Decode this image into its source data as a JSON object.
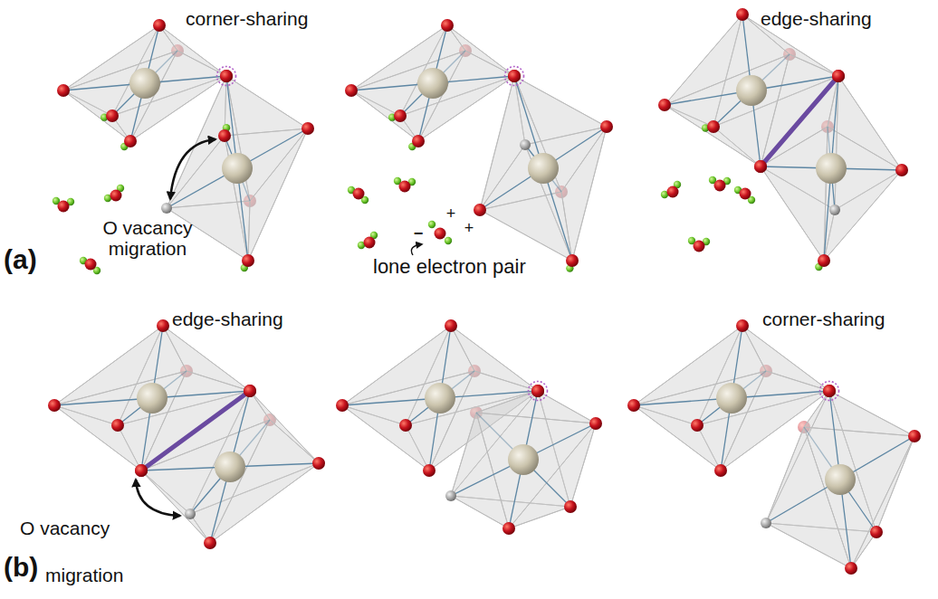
{
  "diagram": {
    "labels": [
      "corner-sharing",
      "O vacancy migration",
      "(a)",
      "+",
      "−",
      "+",
      "lone electron pair",
      "edge-sharing",
      "edge-sharing",
      "O vacancy migration",
      "(b)",
      "corner-sharing"
    ]
  }
}
